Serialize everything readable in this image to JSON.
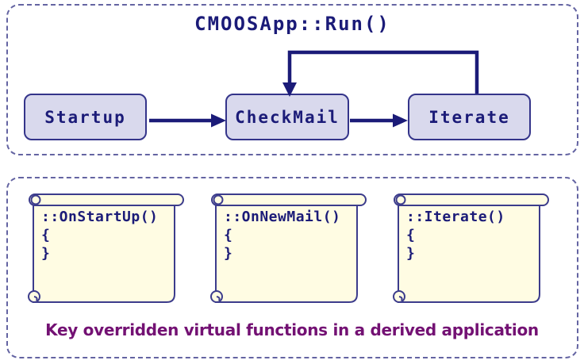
{
  "colors": {
    "navy": "#1b1b78",
    "box_fill": "#d9d9ed",
    "box_border": "#34348a",
    "scroll_fill": "#fffce3",
    "scroll_stroke": "#3c3c8c",
    "dash_border": "#6464a2",
    "caption_purple": "#731173",
    "background": "#ffffff"
  },
  "run_panel": {
    "title": "CMOOSApp::Run()",
    "nodes": [
      {
        "label": "Startup"
      },
      {
        "label": "CheckMail"
      },
      {
        "label": "Iterate"
      }
    ]
  },
  "functions_panel": {
    "scrolls": [
      {
        "code": "::OnStartUp()\n{\n}"
      },
      {
        "code": "::OnNewMail()\n{\n}"
      },
      {
        "code": "::Iterate()\n{\n}"
      }
    ],
    "caption": "Key overridden virtual functions in a derived application"
  }
}
